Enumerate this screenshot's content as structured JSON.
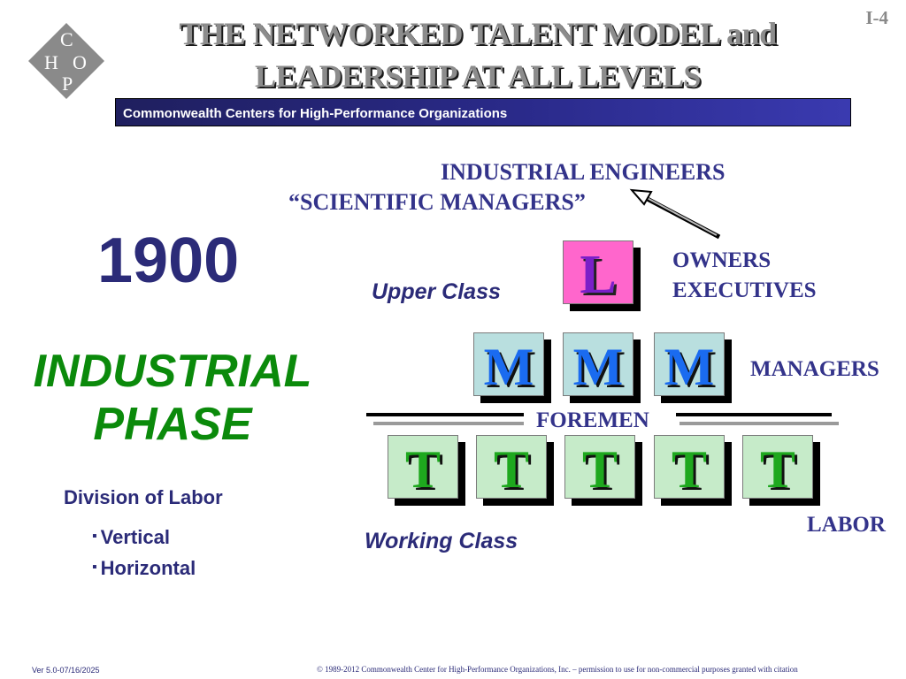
{
  "header": {
    "title_line1": "THE NETWORKED TALENT MODEL and",
    "title_line2": "LEADERSHIP AT ALL LEVELS",
    "slide_number": "I-4",
    "banner": "Commonwealth Centers for High-Performance Organizations",
    "logo_letters": [
      "C",
      "H",
      "P",
      "O"
    ]
  },
  "left": {
    "year": "1900",
    "phase_line1": "INDUSTRIAL",
    "phase_line2": "PHASE",
    "division_heading": "Division of Labor",
    "bullets": [
      "Vertical",
      "Horizontal"
    ]
  },
  "diagram": {
    "top_label_line1": "INDUSTRIAL ENGINEERS",
    "top_label_line2": "“SCIENTIFIC MANAGERS”",
    "upper_class": "Upper Class",
    "working_class": "Working Class",
    "owners": "OWNERS",
    "executives": "EXECUTIVES",
    "managers": "MANAGERS",
    "foremen": "FOREMEN",
    "labor": "LABOR",
    "leader_box": "L",
    "manager_boxes": [
      "M",
      "M",
      "M"
    ],
    "labor_boxes": [
      "T",
      "T",
      "T",
      "T",
      "T"
    ]
  },
  "footer": {
    "version": "Ver 5.0-07/16/2025",
    "copyright": "© 1989-2012 Commonwealth Center for High-Performance Organizations, Inc. – permission to use for non-commercial purposes granted with citation"
  },
  "colors": {
    "navy_text": "#2b2b78",
    "green_phase": "#0b8a0b",
    "leader_box": "#ff66cc",
    "manager_box": "#b9dfdf",
    "labor_box": "#c6ebc9"
  }
}
